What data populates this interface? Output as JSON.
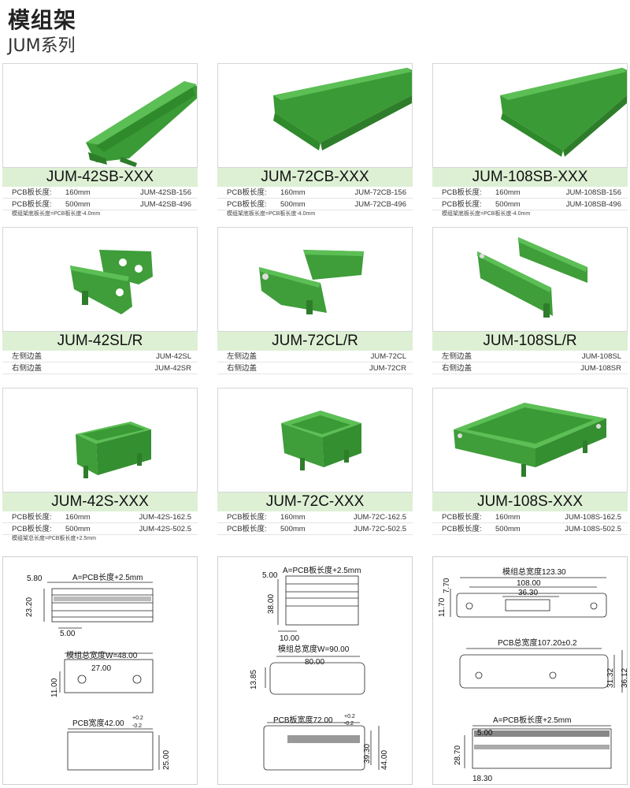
{
  "header": {
    "title": "模组架",
    "subtitle": "JUM系列"
  },
  "colors": {
    "product_green": "#3f9d3a",
    "bar_green": "#ddf0d4"
  },
  "rows": [
    [
      {
        "model": "JUM-42SB-XXX",
        "specs": [
          {
            "key": "PCB板长度:",
            "val": "160mm",
            "code": "JUM-42SB-156"
          },
          {
            "key": "PCB板长度:",
            "val": "500mm",
            "code": "JUM-42SB-496"
          }
        ],
        "note": "模组架底板长度=PCB板长度-4.0mm"
      },
      {
        "model": "JUM-72CB-XXX",
        "specs": [
          {
            "key": "PCB板长度:",
            "val": "160mm",
            "code": "JUM-72CB-156"
          },
          {
            "key": "PCB板长度:",
            "val": "500mm",
            "code": "JUM-72CB-496"
          }
        ],
        "note": "模组架底板长度=PCB板长度-4.0mm"
      },
      {
        "model": "JUM-108SB-XXX",
        "specs": [
          {
            "key": "PCB板长度:",
            "val": "160mm",
            "code": "JUM-108SB-156"
          },
          {
            "key": "PCB板长度:",
            "val": "500mm",
            "code": "JUM-108SB-496"
          }
        ],
        "note": "模组架底板长度=PCB板长度-4.0mm"
      }
    ],
    [
      {
        "model": "JUM-42SL/R",
        "specs": [
          {
            "key": "左侧边盖",
            "val": "",
            "code": "JUM-42SL"
          },
          {
            "key": "右侧边盖",
            "val": "",
            "code": "JUM-42SR"
          }
        ],
        "note": ""
      },
      {
        "model": "JUM-72CL/R",
        "specs": [
          {
            "key": "左侧边盖",
            "val": "",
            "code": "JUM-72CL"
          },
          {
            "key": "右侧边盖",
            "val": "",
            "code": "JUM-72CR"
          }
        ],
        "note": ""
      },
      {
        "model": "JUM-108SL/R",
        "specs": [
          {
            "key": "左侧边盖",
            "val": "",
            "code": "JUM-108SL"
          },
          {
            "key": "右侧边盖",
            "val": "",
            "code": "JUM-108SR"
          }
        ],
        "note": ""
      }
    ],
    [
      {
        "model": "JUM-42S-XXX",
        "specs": [
          {
            "key": "PCB板长度:",
            "val": "160mm",
            "code": "JUM-42S-162.5"
          },
          {
            "key": "PCB板长度:",
            "val": "500mm",
            "code": "JUM-42S-502.5"
          }
        ],
        "note": "模组架总长度=PCB板长度+2.5mm"
      },
      {
        "model": "JUM-72C-XXX",
        "specs": [
          {
            "key": "PCB板长度:",
            "val": "160mm",
            "code": "JUM-72C-162.5"
          },
          {
            "key": "PCB板长度:",
            "val": "500mm",
            "code": "JUM-72C-502.5"
          }
        ],
        "note": ""
      },
      {
        "model": "JUM-108S-XXX",
        "specs": [
          {
            "key": "PCB板长度:",
            "val": "160mm",
            "code": "JUM-108S-162.5"
          },
          {
            "key": "PCB板长度:",
            "val": "500mm",
            "code": "JUM-108S-502.5"
          }
        ],
        "note": ""
      }
    ]
  ],
  "drawings": {
    "d42": {
      "len_label": "A=PCB长度+2.5mm",
      "d580": "5.80",
      "d2320": "23.20",
      "d500": "5.00",
      "width_label": "模组总宽度W=48.00",
      "d2700": "27.00",
      "d1100": "11.00",
      "pcb_label": "PCB宽度42.00",
      "tol_up": "+0.2",
      "tol_dn": "-0.2",
      "d2500": "25.00"
    },
    "d72": {
      "len_label": "A=PCB板长度+2.5mm",
      "d500": "5.00",
      "d3800": "38.00",
      "d1000": "10.00",
      "width_label": "模组总宽度W=90.00",
      "d8000": "80.00",
      "d1385": "13.85",
      "pcb_label": "PCB板宽度72.00",
      "tol_up": "+0.2",
      "tol_dn": "-0.2",
      "d3930": "39.30",
      "d4400": "44.00"
    },
    "d108": {
      "width_label": "模组总宽度123.30",
      "d10800": "108.00",
      "d3630": "36.30",
      "d770": "7.70",
      "d1170": "11.70",
      "pcb_label": "PCB总宽度107.20±0.2",
      "d3132": "31.32",
      "d3612": "36.12",
      "len_label": "A=PCB板长度+2.5mm",
      "d500": "5.00",
      "d2870": "28.70",
      "d1830": "18.30"
    }
  }
}
